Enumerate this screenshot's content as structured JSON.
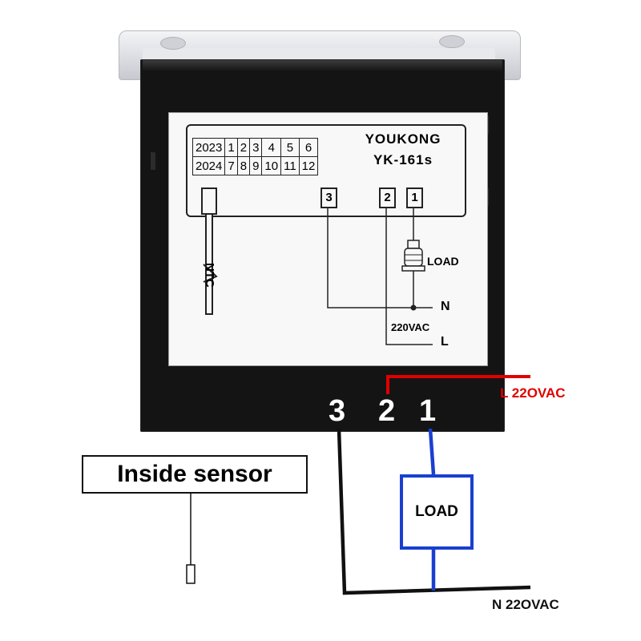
{
  "device": {
    "brand": "YOUKONG",
    "model": "YK-161s",
    "year_table": [
      [
        "2023",
        "1",
        "2",
        "3",
        "4",
        "5",
        "6"
      ],
      [
        "2024",
        "7",
        "8",
        "9",
        "10",
        "11",
        "12"
      ]
    ],
    "terminal_3": "3",
    "terminal_2": "2",
    "terminal_1": "1",
    "sticker_load_label": "LOAD",
    "sticker_ntc_label": "NTC",
    "sticker_n_label": "N",
    "sticker_l_label": "L",
    "sticker_voltage_label": "220VAC"
  },
  "wiring": {
    "terminal_3": "3",
    "terminal_2": "2",
    "terminal_1": "1",
    "live_label": "L 22OVAC",
    "neutral_label": "N 22OVAC",
    "load_label": "LOAD",
    "sensor_label": "Inside sensor"
  },
  "colors": {
    "live_wire": "#e00000",
    "neutral_wire": "#111111",
    "load_wire": "#1a3fd0",
    "device_body": "#141414"
  }
}
